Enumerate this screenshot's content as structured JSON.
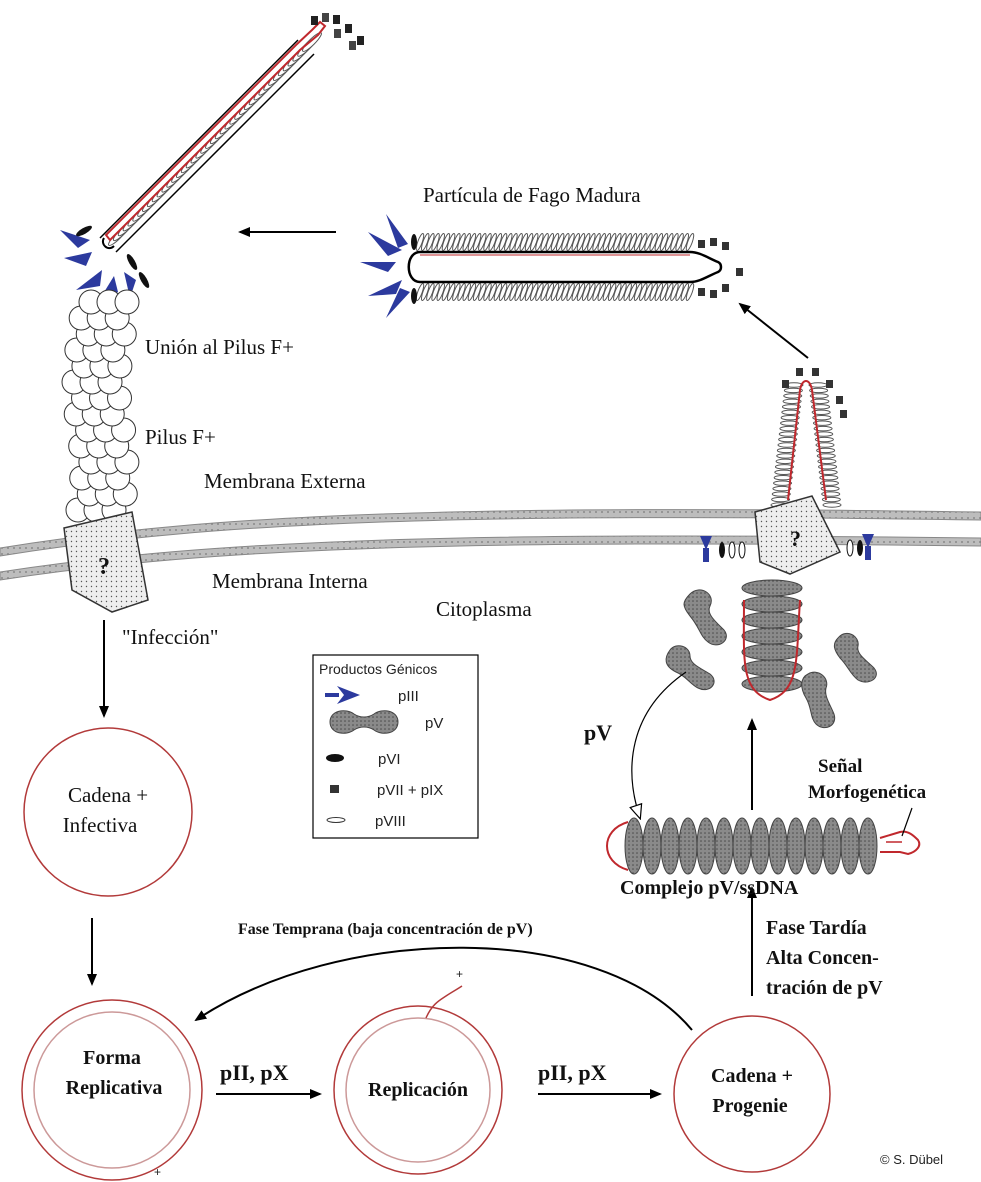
{
  "labels": {
    "mature_particle": "Partícula de Fago Madura",
    "pilus_binding": "Unión al Pilus F+",
    "pilus": "Pilus F+",
    "outer_membrane": "Membrana Externa",
    "inner_membrane": "Membrana Interna",
    "cytoplasm": "Citoplasma",
    "infection": "\"Infección\"",
    "question_mark": "?",
    "pv_label": "pV",
    "morpho_line1": "Señal",
    "morpho_line2": "Morfogenética",
    "complex": "Complejo pV/ssDNA",
    "early_phase": "Fase Temprana (baja concentración de pV)",
    "late_line1": "Fase Tardía",
    "late_line2": "Alta Concen-",
    "late_line3": "tración de pV",
    "pii_px_1": "pII, pX",
    "pii_px_2": "pII, pX",
    "copyright": "© S. Dübel",
    "plus": "+"
  },
  "circles": {
    "infective_line1": "Cadena +",
    "infective_line2": "Infectiva",
    "replicative_line1": "Forma",
    "replicative_line2": "Replicativa",
    "replication": "Replicación",
    "progeny_line1": "Cadena +",
    "progeny_line2": "Progenie"
  },
  "legend": {
    "title": "Productos Génicos",
    "items": [
      {
        "label": "pIII",
        "icon": "piii-icon"
      },
      {
        "label": "pV",
        "icon": "pv-icon"
      },
      {
        "label": "pVI",
        "icon": "pvi-icon"
      },
      {
        "label": "pVII + pIX",
        "icon": "pvii-pix-icon"
      },
      {
        "label": "pVIII",
        "icon": "pviii-icon"
      }
    ]
  },
  "colors": {
    "dna": "#c0282d",
    "piii": "#2c3a9e",
    "membrane": "#8f8f8f",
    "pv": "#7c7c7c"
  }
}
